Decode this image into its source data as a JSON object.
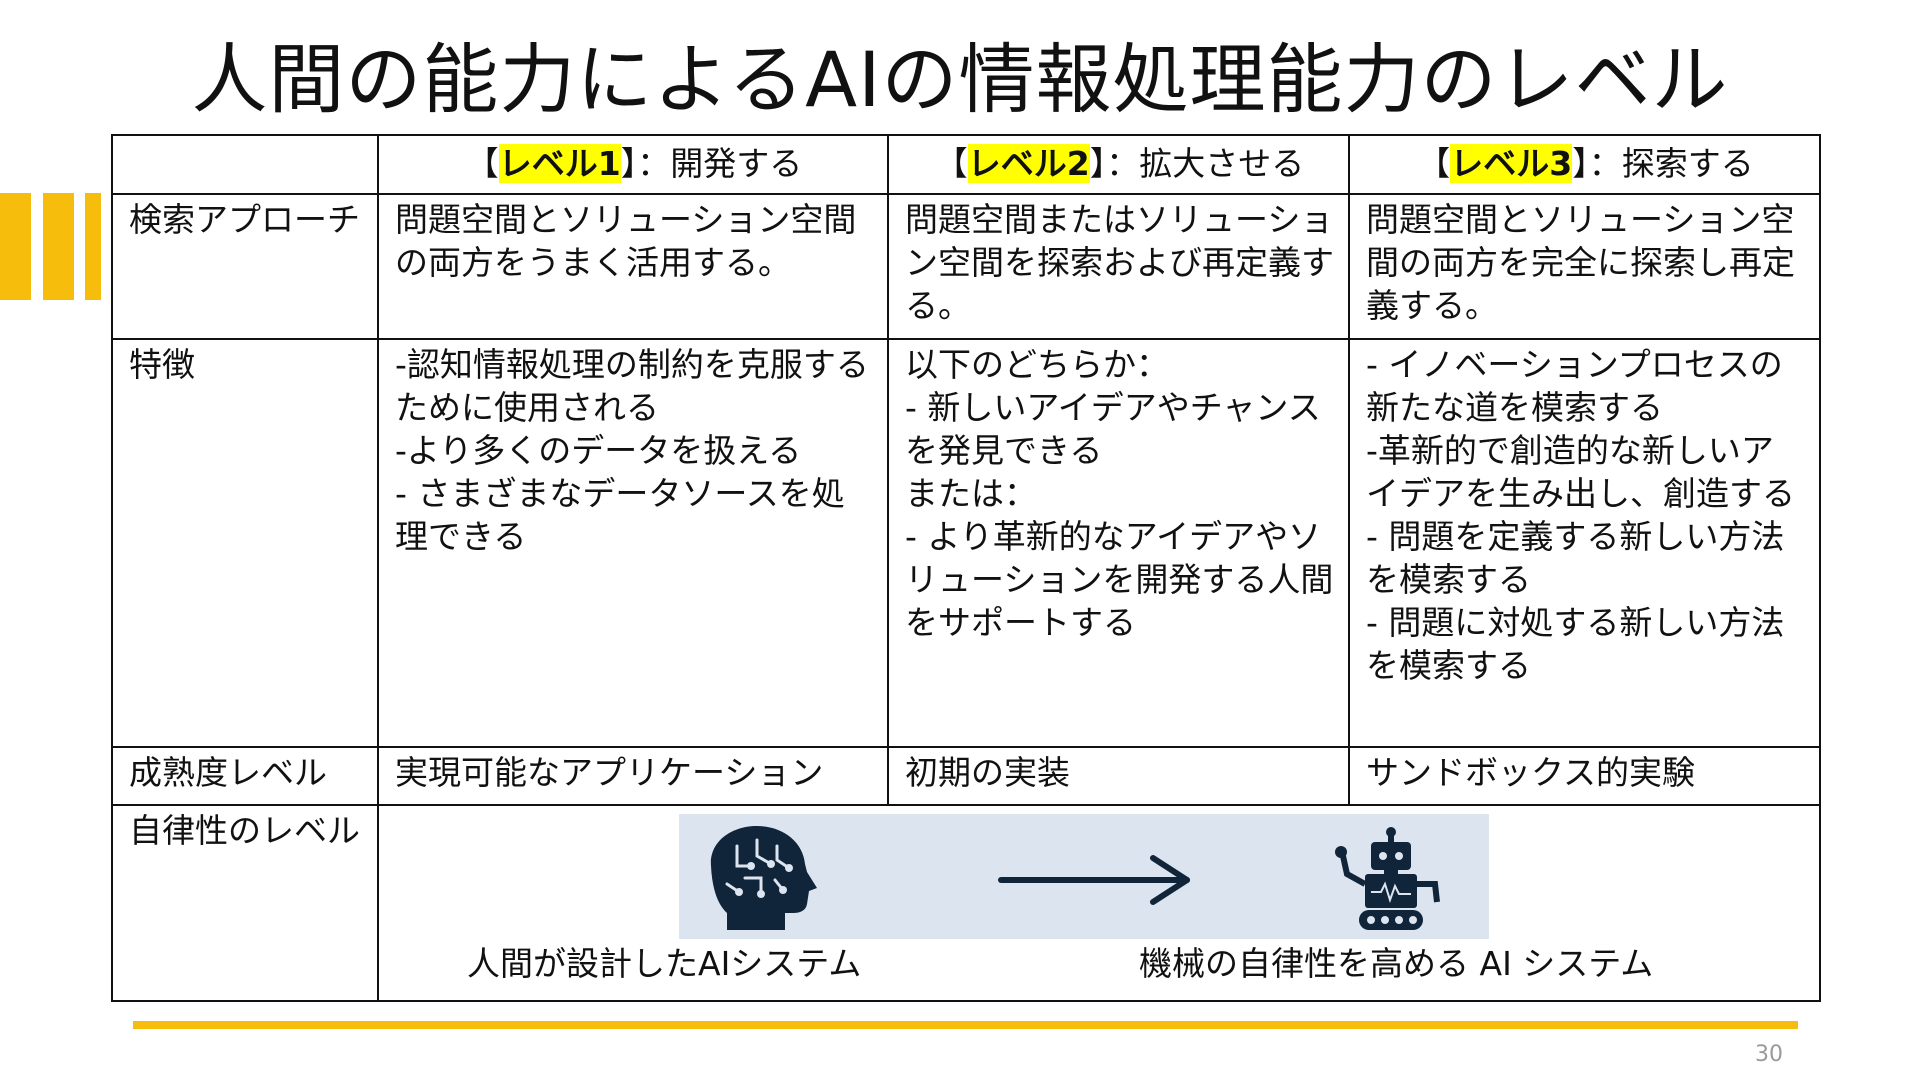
{
  "slide": {
    "title": "人間の能力によるAIの情報処理能力のレベル",
    "page_number": "30",
    "accent_color": "#f7bd0c",
    "highlight_color": "#ffff00"
  },
  "table": {
    "headers": [
      {
        "open": "【",
        "level": "レベル1",
        "close": "】",
        "rest": "：開発する"
      },
      {
        "open": "【",
        "level": "レベル2",
        "close": "】",
        "rest": "：拡大させる"
      },
      {
        "open": "【",
        "level": "レベル3",
        "close": "】",
        "rest": "：探索する"
      }
    ],
    "rows": {
      "approach": {
        "label": "検索アプローチ",
        "cells": [
          "問題空間とソリューション空間の両方をうまく活用する。",
          "問題空間またはソリューション空間を探索および再定義する。",
          "問題空間とソリューション空間の両方を完全に探索し再定義する。"
        ]
      },
      "features": {
        "label": "特徴",
        "cells": [
          [
            "-認知情報処理の制約を克服するために使用される",
            "-より多くのデータを扱える",
            "- さまざまなデータソースを処理できる"
          ],
          [
            "以下のどちらか：",
            "- 新しいアイデアやチャンスを発見できる",
            "または：",
            "- より革新的なアイデアやソリューションを開発する人間をサポートする"
          ],
          [
            "- イノベーションプロセスの新たな道を模索する",
            "-革新的で創造的な新しいアイデアを生み出し、創造する",
            "- 問題を定義する新しい方法を模索する",
            "- 問題に対処する新しい方法を模索する"
          ]
        ]
      },
      "maturity": {
        "label": "成熟度レベル",
        "cells": [
          "実現可能なアプリケーション",
          "初期の実装",
          "サンドボックス的実験"
        ]
      },
      "autonomy": {
        "label": "自律性のレベル",
        "left_caption": "人間が設計したAIシステム",
        "right_caption": "機械の自律性を高める AI システム",
        "icons": [
          "human-brain-head-icon",
          "right-arrow-icon",
          "robot-icon"
        ]
      }
    }
  }
}
